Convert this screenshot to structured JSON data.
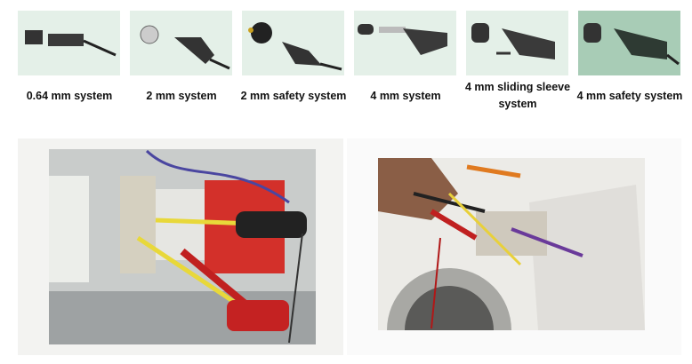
{
  "systems": [
    {
      "label": "0.64 mm system",
      "selected": false
    },
    {
      "label": "2 mm system",
      "selected": false
    },
    {
      "label": "2 mm safety system",
      "selected": false
    },
    {
      "label": "4 mm system",
      "selected": false
    },
    {
      "label": "4 mm sliding sleeve system",
      "selected": false
    },
    {
      "label": "4 mm safety system",
      "selected": true
    }
  ],
  "colors": {
    "tile": "#e4f0e8",
    "tile_selected": "#a8ccb6"
  }
}
